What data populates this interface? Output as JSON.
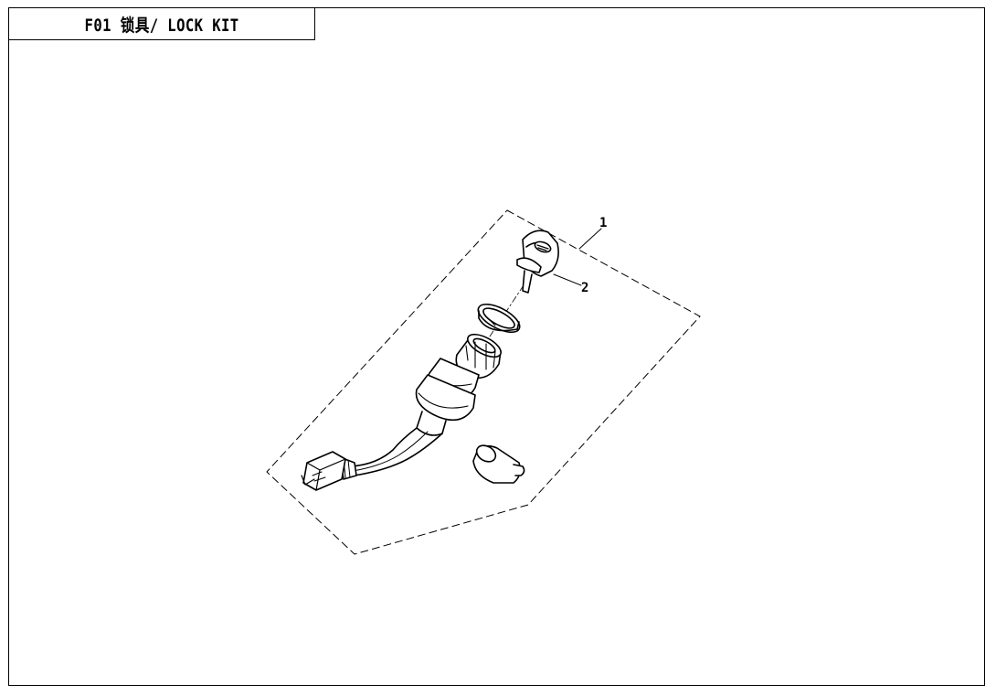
{
  "title": "F01 锁具/ LOCK KIT",
  "callouts": {
    "item1": "1",
    "item2": "2"
  },
  "parts": {
    "ignition_lock": "lock-cylinder-with-wire-harness",
    "key": "key",
    "bezel_ring": "bezel-ring",
    "rubber_cap": "rubber-cap"
  },
  "colors": {
    "line": "#000000",
    "background": "#ffffff"
  }
}
